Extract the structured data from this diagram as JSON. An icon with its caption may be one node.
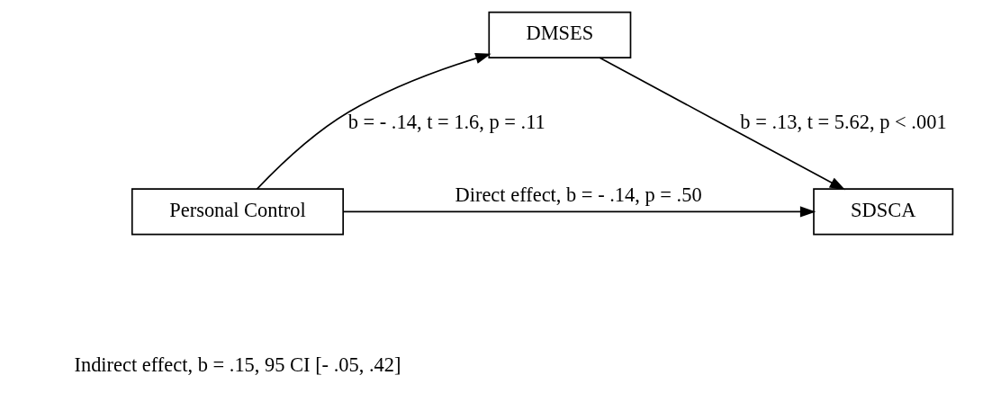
{
  "diagram": {
    "nodes": [
      {
        "text": [
          "DMSES"
        ]
      },
      {
        "text": [
          "Personal Control"
        ]
      },
      {
        "text": [
          "SDSCA"
        ]
      }
    ],
    "edges": [
      {
        "from": 1,
        "to": 0,
        "arrow": "to",
        "label": "b = - .14, t = 1.6, p = .11"
      },
      {
        "from": 0,
        "to": 2,
        "arrow": "to",
        "label": "b = .13, t = 5.62, p < .001"
      },
      {
        "from": 1,
        "to": 2,
        "arrow": "to",
        "label": "Direct effect, b = - .14, p = .50"
      }
    ],
    "labels": [
      "Indirect effect, b = .15, 95 CI [- .05, .42]"
    ]
  }
}
